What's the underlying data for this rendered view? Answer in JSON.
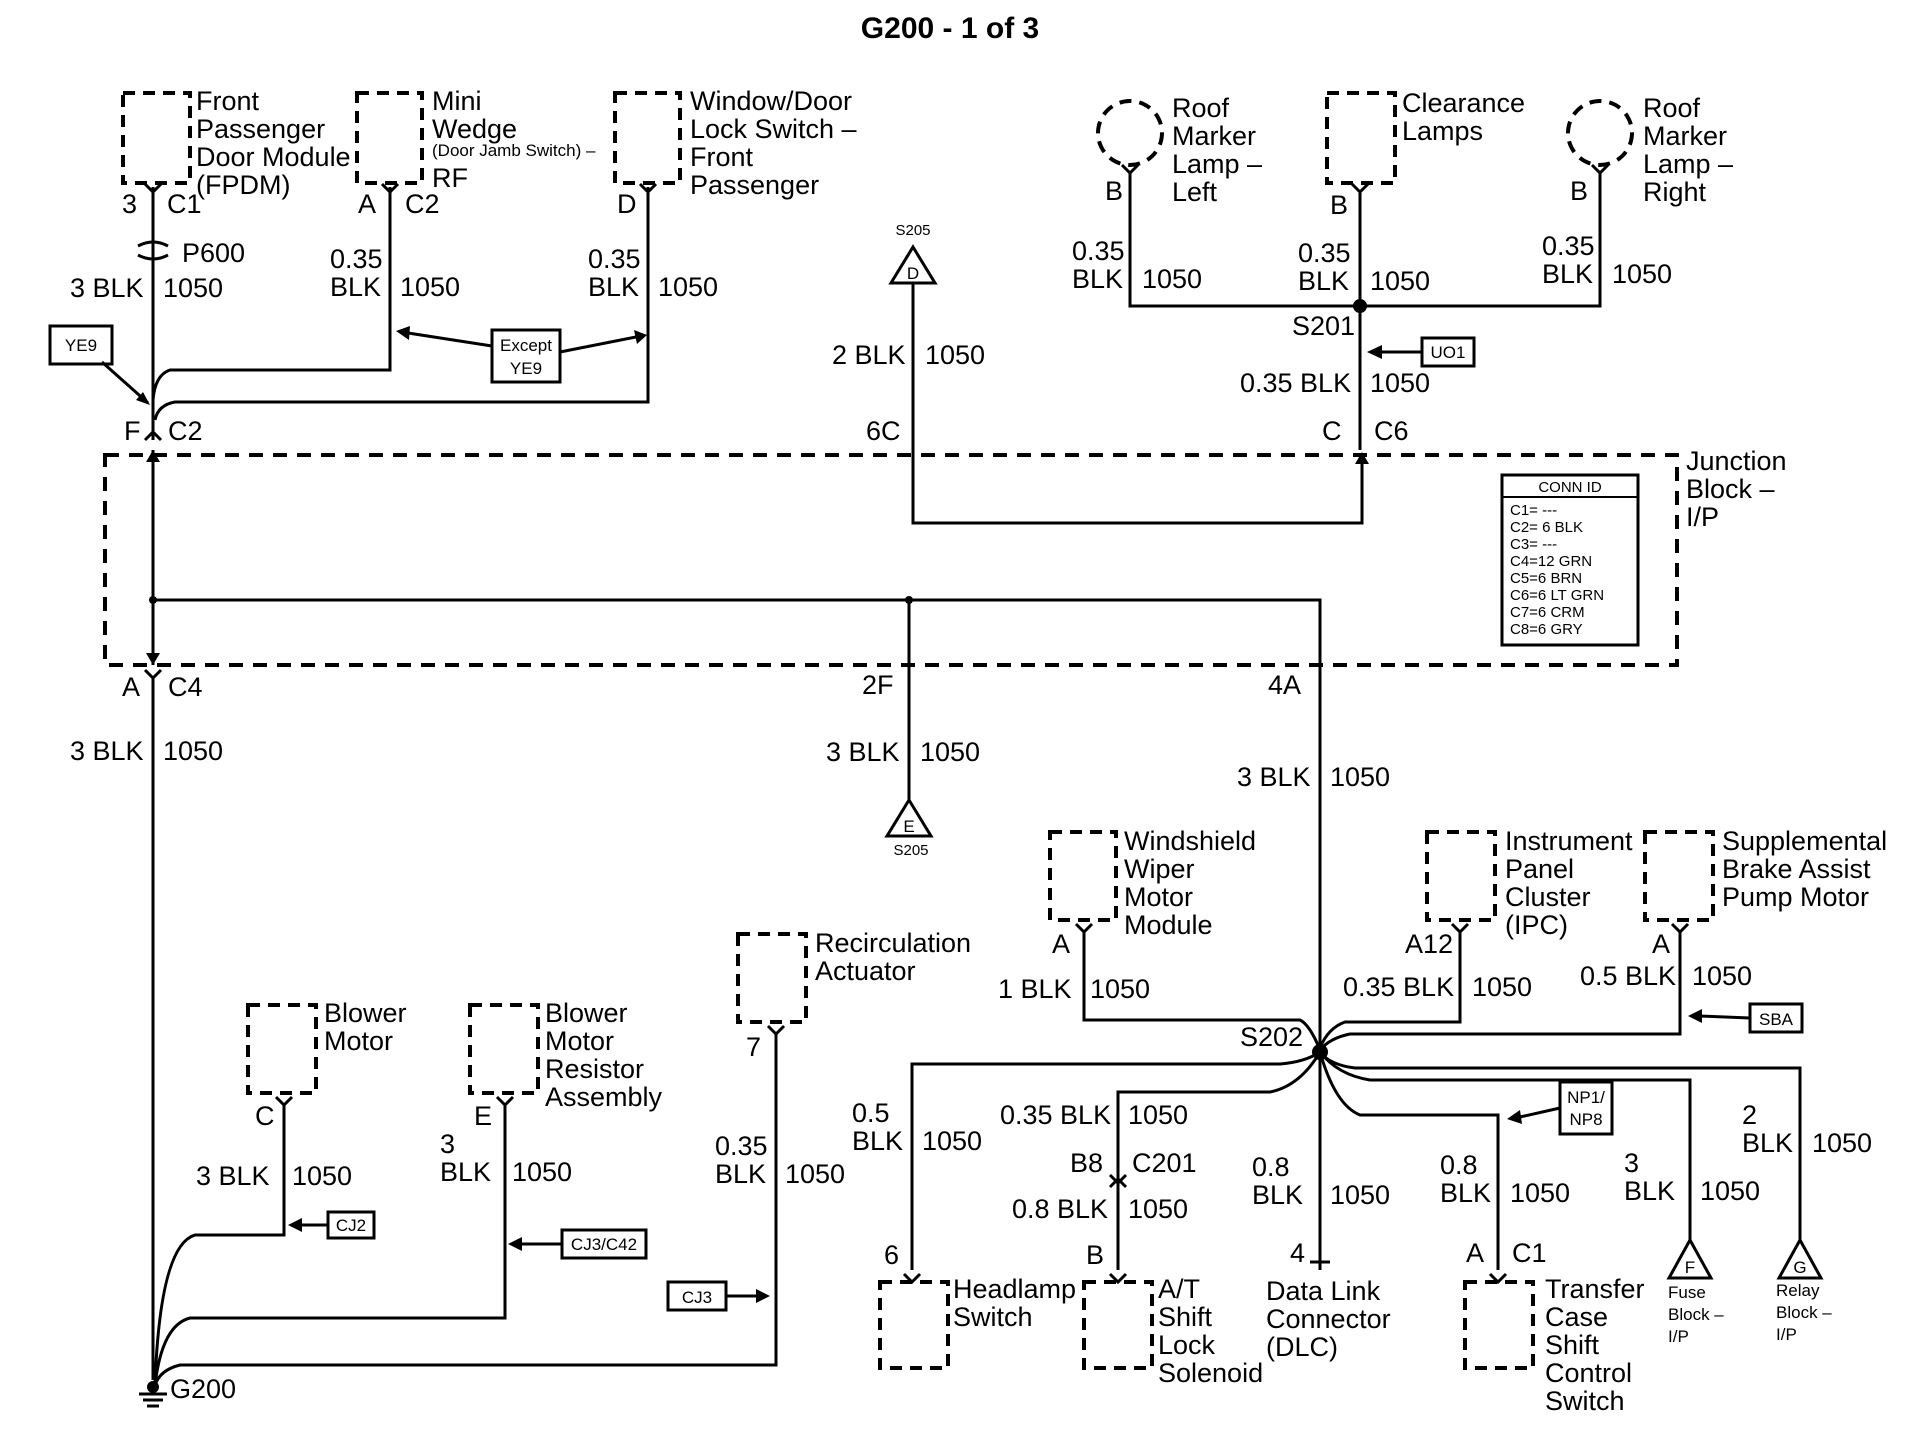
{
  "title": "G200 - 1 of 3",
  "components": {
    "fpdm": [
      "Front",
      "Passenger",
      "Door Module",
      "(FPDM)"
    ],
    "mini_wedge": [
      "Mini",
      "Wedge",
      "(Door Jamb Switch) –",
      "RF"
    ],
    "window_lock": [
      "Window/Door",
      "Lock Switch –",
      "Front",
      "Passenger"
    ],
    "roof_left": [
      "Roof",
      "Marker",
      "Lamp –",
      "Left"
    ],
    "clearance": [
      "Clearance",
      "Lamps"
    ],
    "roof_right": [
      "Roof",
      "Marker",
      "Lamp –",
      "Right"
    ],
    "junction": [
      "Junction",
      "Block –",
      "I/P"
    ],
    "wiper": [
      "Windshield",
      "Wiper",
      "Motor",
      "Module"
    ],
    "ipc": [
      "Instrument",
      "Panel",
      "Cluster",
      "(IPC)"
    ],
    "sba": [
      "Supplemental",
      "Brake Assist",
      "Pump Motor"
    ],
    "recirc": [
      "Recirculation",
      "Actuator"
    ],
    "blower": [
      "Blower",
      "Motor"
    ],
    "resistor": [
      "Blower",
      "Motor",
      "Resistor",
      "Assembly"
    ],
    "headlamp": [
      "Headlamp",
      "Switch"
    ],
    "shift_lock": [
      "A/T",
      "Shift",
      "Lock",
      "Solenoid"
    ],
    "dlc": [
      "Data Link",
      "Connector",
      "(DLC)"
    ],
    "transfer": [
      "Transfer",
      "Case",
      "Shift",
      "Control",
      "Switch"
    ],
    "fuse_block": [
      "Fuse",
      "Block –",
      "I/P"
    ],
    "relay_block": [
      "Relay",
      "Block –",
      "I/P"
    ]
  },
  "conn_id": {
    "header": "CONN ID",
    "rows": [
      "C1= ---",
      "C2= 6 BLK",
      "C3= ---",
      "C4=12 GRN",
      "C5=6 BRN",
      "C6=6 LT GRN",
      "C7=6 CRM",
      "C8=6 GRY"
    ]
  },
  "option_boxes": {
    "ye9": "YE9",
    "except": [
      "Except",
      "YE9"
    ],
    "uo1": "UO1",
    "sba": "SBA",
    "np": [
      "NP1/",
      "NP8"
    ],
    "cj2": "CJ2",
    "cj3c42": "CJ3/C42",
    "cj3": "CJ3"
  },
  "splices": {
    "s201": "S201",
    "s202": "S202",
    "s205": "S205",
    "s205_d": "D",
    "s205_e": "E",
    "ground": "G200",
    "fuse_pin": "F",
    "relay_pin": "G"
  },
  "pins": {
    "fpdm_pin": "3",
    "fpdm_conn": "C1",
    "wedge_pin": "A",
    "wedge_conn": "C2",
    "lock_pin": "D",
    "roof_left_pin": "B",
    "clearance_pin": "B",
    "roof_right_pin": "B",
    "jb_f": "F",
    "jb_c2": "C2",
    "jb_6c": "6C",
    "jb_c": "C",
    "jb_c6": "C6",
    "jb_a": "A",
    "jb_c4": "C4",
    "jb_2f": "2F",
    "jb_4a": "4A",
    "wiper_pin": "A",
    "ipc_pin": "A12",
    "sba_pin": "A",
    "recirc_pin": "7",
    "blower_pin": "C",
    "resistor_pin": "E",
    "headlamp_pin": "6",
    "b8": "B8",
    "c201": "C201",
    "shift_pin": "B",
    "dlc_pin": "4",
    "transfer_pin": "A",
    "transfer_conn": "C1",
    "p600": "P600"
  },
  "wires": {
    "fpdm": [
      "3 BLK",
      "1050"
    ],
    "wedge": [
      "0.35",
      "BLK",
      "1050"
    ],
    "lock": [
      "0.35",
      "BLK",
      "1050"
    ],
    "s205_d": [
      "2 BLK",
      "1050"
    ],
    "roof_left": [
      "0.35",
      "BLK",
      "1050"
    ],
    "clearance": [
      "0.35",
      "BLK",
      "1050"
    ],
    "roof_right": [
      "0.35",
      "BLK",
      "1050"
    ],
    "s201_down": [
      "0.35 BLK",
      "1050"
    ],
    "c4_down": [
      "3 BLK",
      "1050"
    ],
    "twof_down": [
      "3 BLK",
      "1050"
    ],
    "fourA_down": [
      "3 BLK",
      "1050"
    ],
    "wiper": [
      "1 BLK",
      "1050"
    ],
    "ipc": [
      "0.35 BLK",
      "1050"
    ],
    "sba": [
      "0.5 BLK",
      "1050"
    ],
    "recirc": [
      "0.35",
      "BLK",
      "1050"
    ],
    "blower": [
      "3 BLK",
      "1050"
    ],
    "resistor": [
      "3",
      "BLK",
      "1050"
    ],
    "headlamp": [
      "0.5",
      "BLK",
      "1050"
    ],
    "c201_top": [
      "0.35 BLK",
      "1050"
    ],
    "c201_bottom": [
      "0.8 BLK",
      "1050"
    ],
    "dlc": [
      "0.8",
      "BLK",
      "1050"
    ],
    "transfer": [
      "0.8",
      "BLK",
      "1050"
    ],
    "fuse": [
      "3",
      "BLK",
      "1050"
    ],
    "relay": [
      "2",
      "BLK",
      "1050"
    ]
  }
}
